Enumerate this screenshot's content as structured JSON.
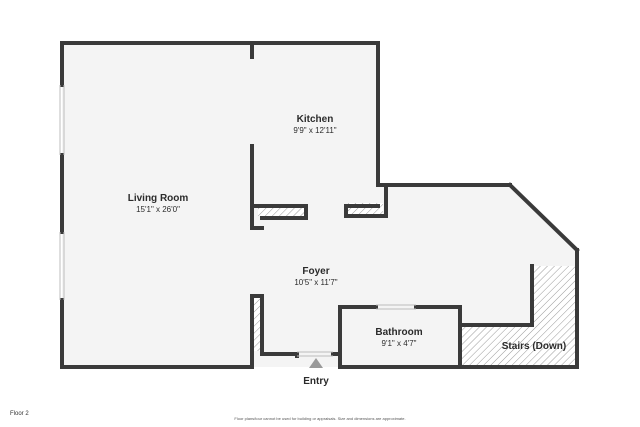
{
  "rooms": {
    "living": {
      "name": "Living Room",
      "dims": "15'1\" x 26'0\""
    },
    "kitchen": {
      "name": "Kitchen",
      "dims": "9'9\" x 12'11\""
    },
    "foyer": {
      "name": "Foyer",
      "dims": "10'5\" x 11'7\""
    },
    "bathroom": {
      "name": "Bathroom",
      "dims": "9'1\" x 4'7\""
    },
    "stairs": {
      "name": "Stairs (Down)"
    }
  },
  "entry_label": "Entry",
  "floor_label": "Floor 2",
  "disclaimer": "Floor plans/tour cannot be used for building or appraisals. Size and dimensions are approximate.",
  "colors": {
    "wall": "#3a3a3a",
    "floor": "#f4f4f4",
    "hatch": "#9a9a9a",
    "entry_arrow": "#9a9a9a",
    "background": "#ffffff"
  }
}
